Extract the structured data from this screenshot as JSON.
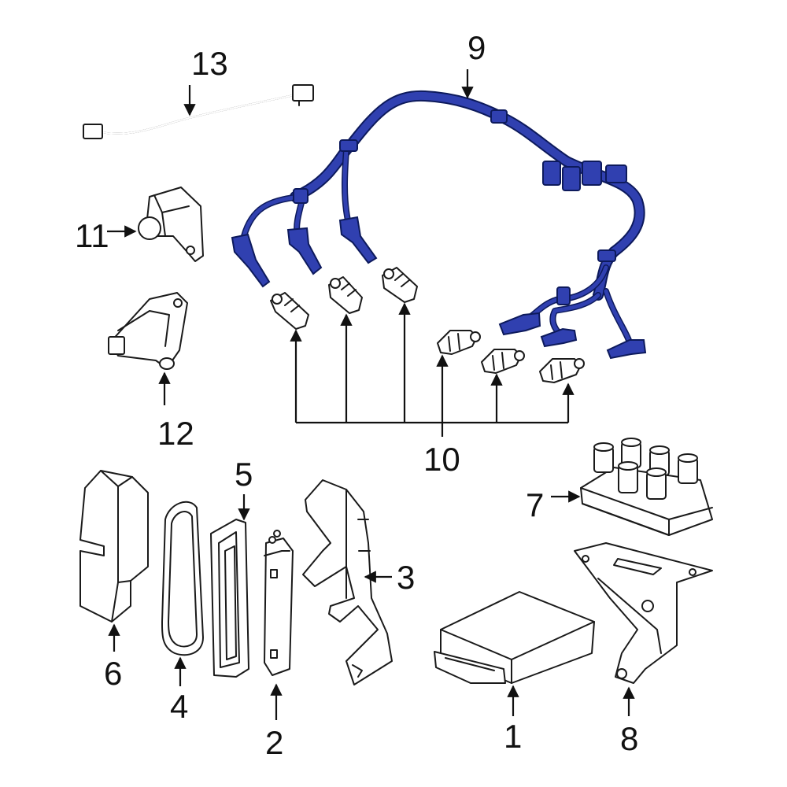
{
  "diagram": {
    "highlight_color": "#3040b0",
    "outline_color": "#1a1a1a",
    "callouts": {
      "c1": "1",
      "c2": "2",
      "c3": "3",
      "c4": "4",
      "c5": "5",
      "c6": "6",
      "c7": "7",
      "c8": "8",
      "c9": "9",
      "c10": "10",
      "c11": "11",
      "c12": "12",
      "c13": "13"
    }
  }
}
